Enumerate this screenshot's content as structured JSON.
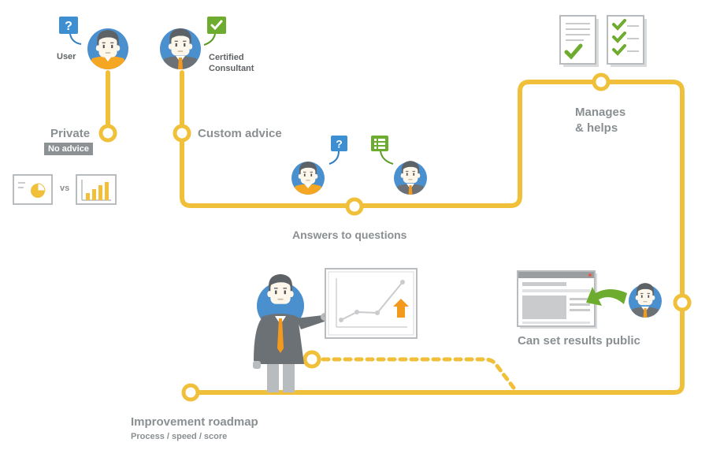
{
  "labels": {
    "user": "User",
    "certified_consultant_line1": "Certified",
    "certified_consultant_line2": "Consultant",
    "private": "Private",
    "no_advice": "No advice",
    "vs": "vs",
    "custom_advice": "Custom advice",
    "answers_to_questions": "Answers to questions",
    "manages_helps_line1": "Manages",
    "manages_helps_line2": "& helps",
    "can_set_results_public": "Can set results public",
    "improvement_roadmap": "Improvement roadmap",
    "process_speed_score": "Process / speed / score"
  },
  "icons": {
    "question": "?",
    "checkmark": "✔"
  },
  "colors": {
    "path": "#f0c03a",
    "avatar_blue": "#4a8fce",
    "user_shirt": "#f5a623",
    "tie": "#f39a1e",
    "question_badge": "#3d8fd1",
    "check_badge": "#6dac2f",
    "label_grey": "#8a8f92"
  }
}
